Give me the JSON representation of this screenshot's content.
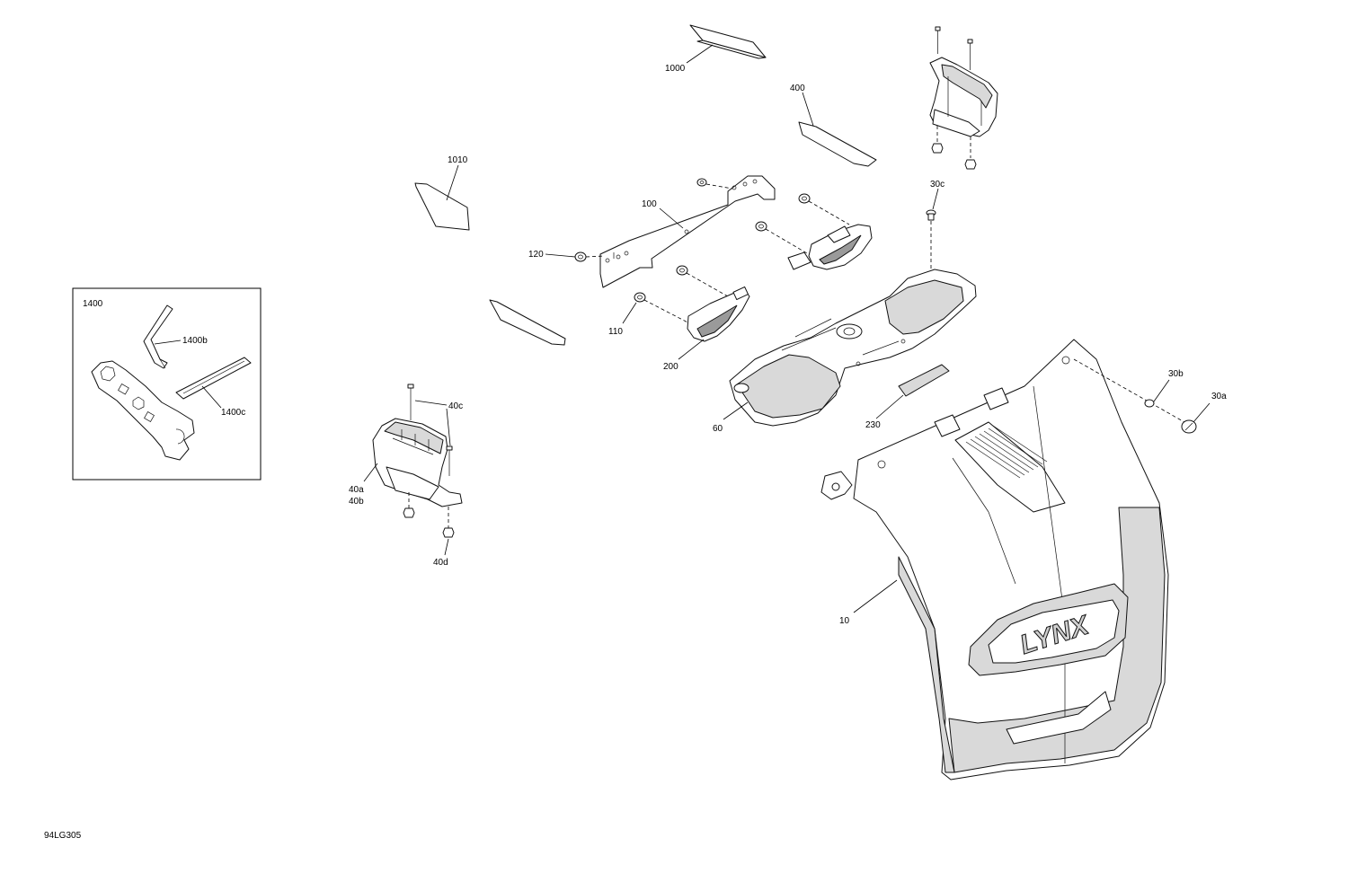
{
  "diagram": {
    "drawing_code": "94LG305",
    "callouts": {
      "c1000": "1000",
      "c400": "400",
      "c1010": "1010",
      "c100": "100",
      "c120": "120",
      "c30c": "30c",
      "c1400": "1400",
      "c1400b": "1400b",
      "c1400c": "1400c",
      "c110": "110",
      "c200": "200",
      "c60": "60",
      "c230": "230",
      "c30b": "30b",
      "c30a": "30a",
      "c40c": "40c",
      "c40a": "40a",
      "c40b": "40b",
      "c40d": "40d",
      "c10": "10"
    },
    "emblem_text": "LYNX"
  }
}
